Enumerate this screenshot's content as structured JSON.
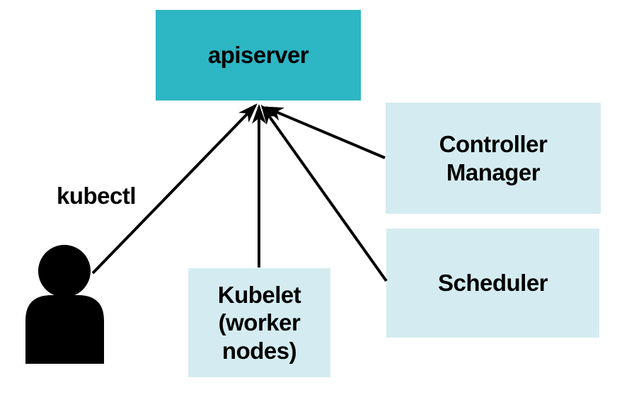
{
  "nodes": {
    "apiserver": {
      "label": "apiserver"
    },
    "controller_manager": {
      "label": "Controller\nManager"
    },
    "scheduler": {
      "label": "Scheduler"
    },
    "kubelet": {
      "label": "Kubelet\n(worker\nnodes)"
    },
    "kubectl": {
      "label": "kubectl"
    }
  },
  "edges": [
    {
      "from": "kubectl (user)",
      "to": "apiserver",
      "arrowhead": "at apiserver"
    },
    {
      "from": "Kubelet (worker nodes)",
      "to": "apiserver",
      "arrowhead": "at apiserver"
    },
    {
      "from": "Scheduler",
      "to": "apiserver",
      "arrowhead": "at apiserver"
    },
    {
      "from": "Controller Manager",
      "to": "apiserver",
      "arrowhead": "at apiserver"
    }
  ],
  "icons": {
    "user": "user-silhouette-icon"
  },
  "colors": {
    "primary_fill": "#2DB6C4",
    "secondary_fill": "#D4ECF1",
    "text": "#000000",
    "arrow": "#000000",
    "background": "#FFFFFF"
  }
}
